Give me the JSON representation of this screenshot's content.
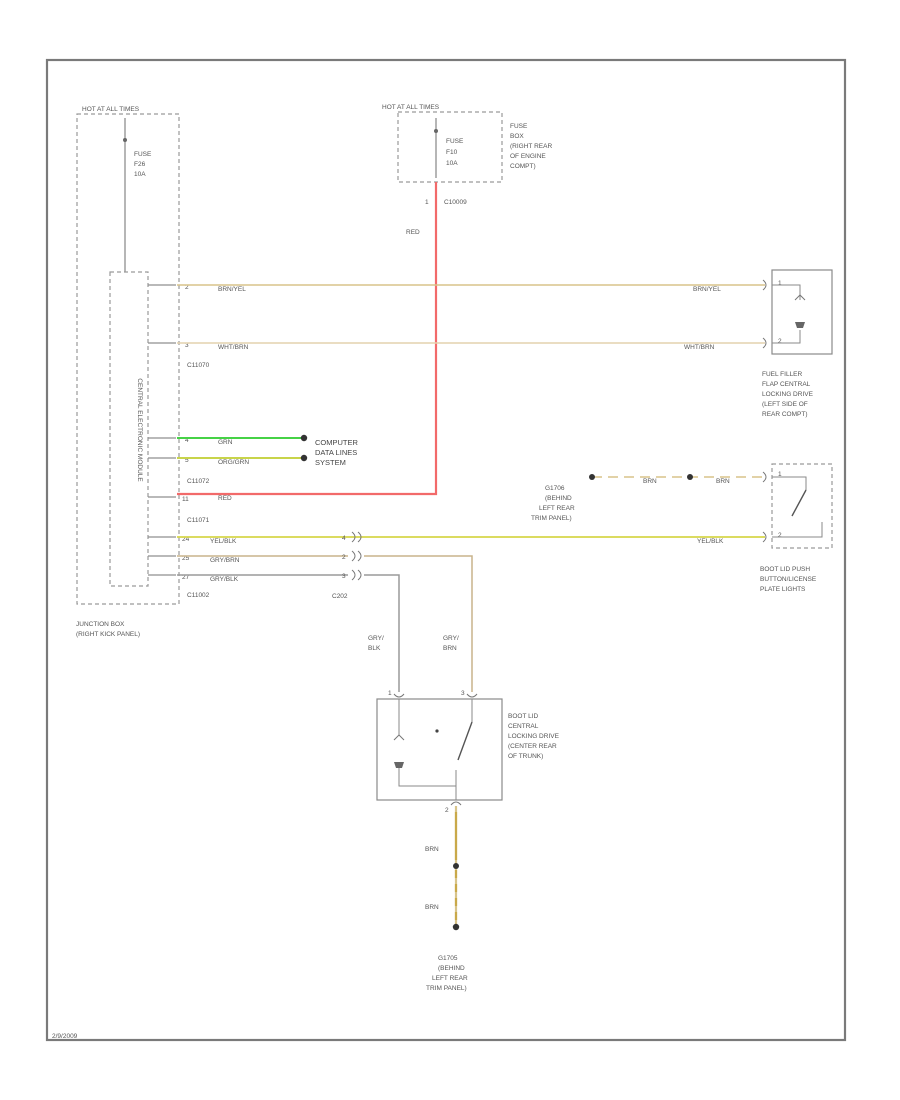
{
  "diagram": {
    "fig_id": "2/9/2009",
    "fuse_box_left": {
      "header": "HOT AT ALL TIMES",
      "fuse_label": "FUSE",
      "fuse_number": "F26",
      "fuse_rating": "10A"
    },
    "fuse_box_top": {
      "header": "HOT AT ALL TIMES",
      "fuse_label": "FUSE",
      "fuse_number": "F10",
      "fuse_rating": "10A",
      "desc": [
        "FUSE",
        "BOX",
        "(RIGHT REAR",
        "OF ENGINE",
        "COMPT)"
      ],
      "pin": "1",
      "connector": "C10009"
    },
    "junction_box": {
      "vertical_text": "CENTRAL ELECTRONIC MODULE",
      "desc": [
        "JUNCTION BOX",
        "(RIGHT KICK PANEL)"
      ],
      "connectors": [
        "C11070",
        "C11072",
        "C11071",
        "C11002"
      ],
      "pins": [
        "2",
        "3",
        "4",
        "5",
        "11",
        "24",
        "25",
        "27"
      ]
    },
    "wires": {
      "w1": "BRN/YEL",
      "w2": "WHT/BRN",
      "w3": "GRN",
      "w4": "ORG/GRN",
      "w5": "RED",
      "w6": "YEL/BLK",
      "w7": "GRY/BRN",
      "w8": "GRY/BLK",
      "red_vertical": "RED",
      "boot_push_top": "BRN",
      "boot_push_top_right": "BRN",
      "gry_blk_v1": "GRY/",
      "gry_blk_v2": "BLK",
      "gry_brn_v1": "GRY/",
      "gry_brn_v2": "BRN",
      "brn_lower_1": "BRN",
      "brn_lower_2": "BRN"
    },
    "computer_data_lines": [
      "COMPUTER",
      "DATA LINES",
      "SYSTEM"
    ],
    "fuel_filler": {
      "pin_top": "1",
      "pin_bottom": "2",
      "desc": [
        "FUEL FILLER",
        "FLAP CENTRAL",
        "LOCKING DRIVE",
        "(LEFT SIDE OF",
        "REAR COMPT)"
      ]
    },
    "boot_lid_push": {
      "pin_top": "1",
      "pin_bottom": "2",
      "desc": [
        "BOOT LID PUSH",
        "BUTTON/LICENSE",
        "PLATE LIGHTS"
      ]
    },
    "ground_g1": [
      "G1706",
      "(BEHIND",
      "LEFT REAR",
      "TRIM PANEL)"
    ],
    "inline_connector": "C202",
    "inline_pins": [
      "4",
      "2",
      "3"
    ],
    "boot_lid_drive": {
      "pins": [
        "1",
        "3",
        "2"
      ],
      "desc": [
        "BOOT LID",
        "CENTRAL",
        "LOCKING DRIVE",
        "(CENTER REAR",
        "OF TRUNK)"
      ]
    },
    "ground_g2": [
      "G1705",
      "(BEHIND",
      "LEFT REAR",
      "TRIM PANEL)"
    ],
    "colors": {
      "red": "#f26a6a",
      "green": "#46d246",
      "yellow_green": "#c8d44a",
      "brn_yel": "#d8c48a",
      "wht_brn": "#e4d2ae",
      "yel_blk": "#d6d64a",
      "gry_brn": "#c8b48c"
    }
  }
}
